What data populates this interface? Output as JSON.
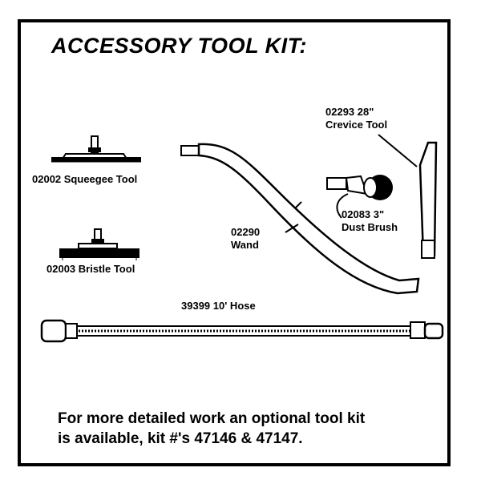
{
  "title": "ACCESSORY TOOL KIT:",
  "tools": {
    "squeegee": "02002 Squeegee Tool",
    "bristle": "02003 Bristle Tool",
    "wand_number": "02290",
    "wand_name": "Wand",
    "crevice_number": "02293 28\"",
    "crevice_name": "Crevice Tool",
    "dust_brush_number": "02083 3\"",
    "dust_brush_name": "Dust Brush",
    "hose": "39399 10' Hose"
  },
  "note": {
    "line1": "For more detailed work an optional tool kit",
    "line2": "is available, kit #'s 47146 & 47147."
  }
}
